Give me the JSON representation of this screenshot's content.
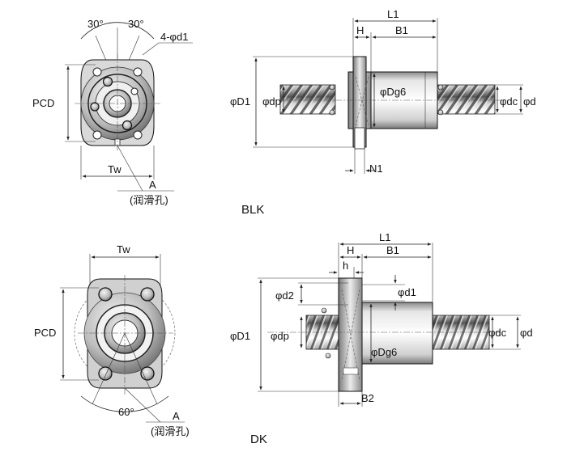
{
  "top": {
    "front": {
      "angle_left": "30°",
      "angle_right": "30°",
      "holes": "4-φd1",
      "pcd": "PCD",
      "tw": "Tw",
      "a": "A",
      "a_note": "(润滑孔)"
    },
    "side": {
      "l1": "L1",
      "h": "H",
      "b1": "B1",
      "d1_outer": "φD1",
      "dp": "φdp",
      "dg6": "φDg6",
      "dc": "φdc",
      "d": "φd",
      "n1": "N1"
    },
    "model": "BLK"
  },
  "bottom": {
    "front": {
      "tw": "Tw",
      "pcd": "PCD",
      "angle": "60°",
      "a": "A",
      "a_note": "(润滑孔)"
    },
    "side": {
      "l1": "L1",
      "h": "H",
      "b1": "B1",
      "h_small": "h",
      "d2": "φd2",
      "d1_small": "φd1",
      "d1_outer": "φD1",
      "dp": "φdp",
      "dg6": "φDg6",
      "dc": "φdc",
      "d": "φd",
      "b2": "B2"
    },
    "model": "DK"
  }
}
